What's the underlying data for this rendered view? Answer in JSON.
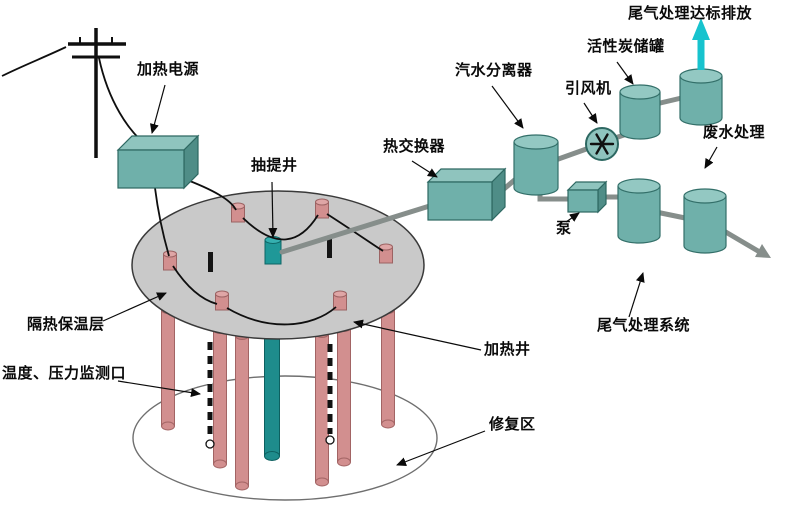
{
  "labels": {
    "heating_power": "加热电源",
    "extraction_well": "抽提井",
    "heat_exchanger": "热交换器",
    "steam_water_separator": "汽水分离器",
    "induced_draft_fan": "引风机",
    "activated_carbon_tank": "活性炭储罐",
    "exhaust_discharge": "尾气处理达标排放",
    "wastewater_treatment": "废水处理",
    "pump": "泵",
    "insulation_layer": "隔热保温层",
    "monitoring_port": "温度、压力监测口",
    "heating_well": "加热井",
    "remediation_area": "修复区",
    "exhaust_treatment_system": "尾气处理系统"
  },
  "colors": {
    "equipment_teal": "#6fb0aa",
    "equipment_teal_light": "#8fc4be",
    "equipment_teal_dark": "#4f8d87",
    "well_pink": "#d28f8f",
    "extraction_well_teal": "#1f9898",
    "insulation_cap_gray": "#c9c9c9",
    "pipe_gray": "#868e8b",
    "discharge_arrow_cyan": "#17c3ce"
  }
}
